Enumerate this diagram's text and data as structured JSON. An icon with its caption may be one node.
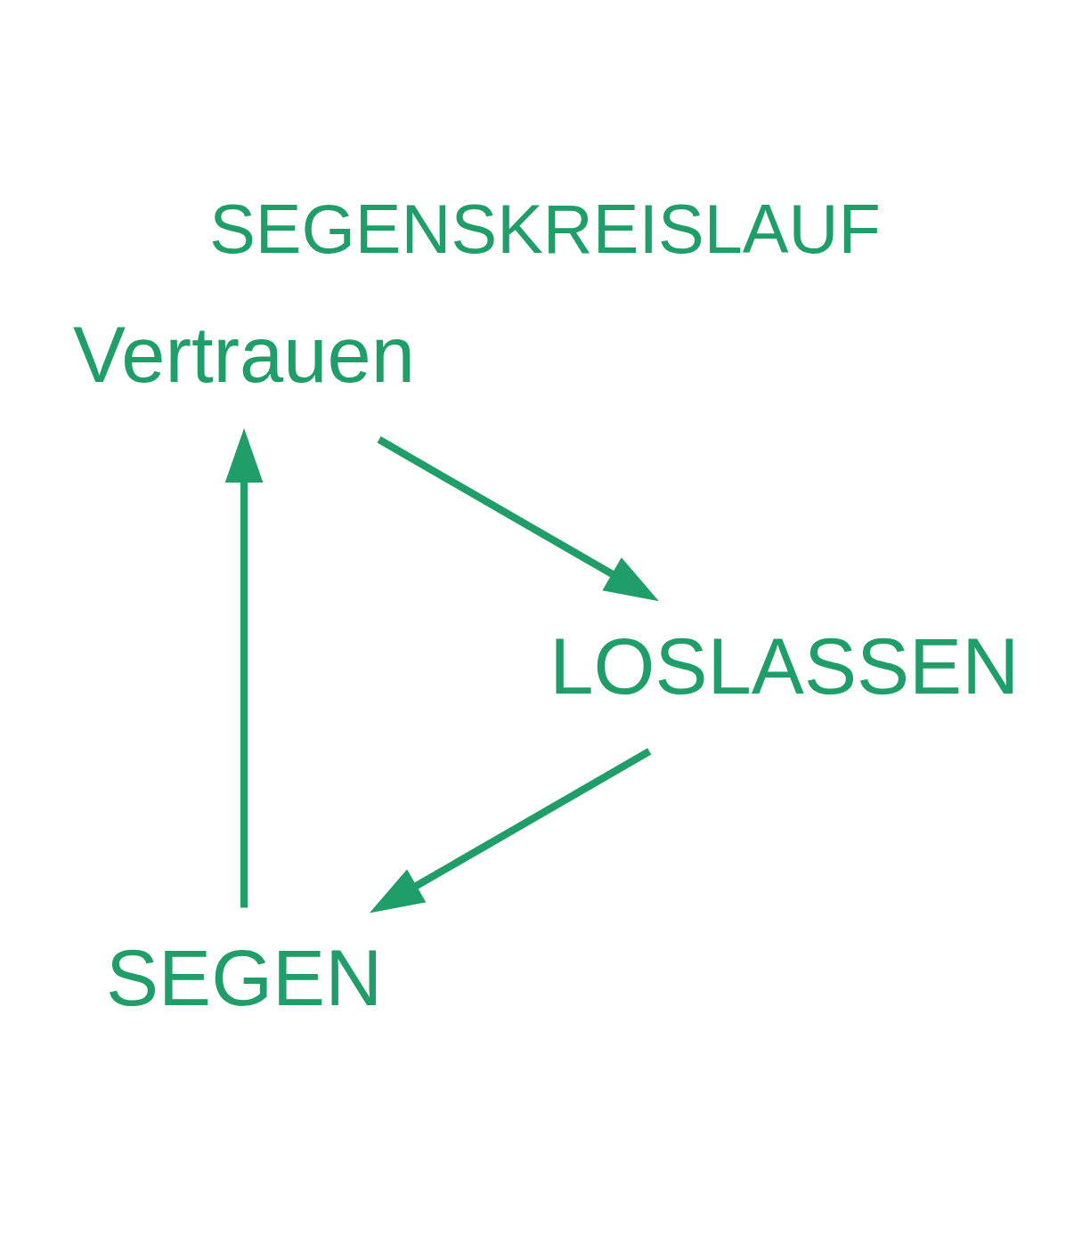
{
  "diagram": {
    "title": "SEGENSKREISLAUF",
    "nodes": [
      {
        "text": [
          "SEGEN"
        ]
      },
      {
        "text": [
          "Vertrauen"
        ]
      },
      {
        "text": [
          "LOSLASSEN"
        ]
      }
    ],
    "edges": [
      {
        "from": 0,
        "to": 1,
        "arrow": "to"
      },
      {
        "from": 1,
        "to": 2,
        "arrow": "to"
      },
      {
        "from": 2,
        "to": 0,
        "arrow": "to"
      }
    ]
  }
}
